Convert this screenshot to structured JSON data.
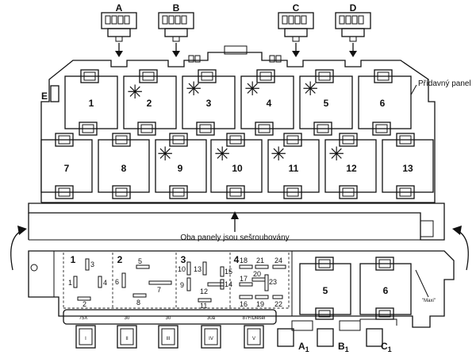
{
  "connectors": {
    "a": "A",
    "b": "B",
    "c": "C",
    "d": "D",
    "e": "E"
  },
  "top_panel": {
    "label": "Přídavný panel",
    "relays_row1": [
      "1",
      "2",
      "3",
      "4",
      "5",
      "6"
    ],
    "relays_row2": [
      "7",
      "8",
      "9",
      "10",
      "11",
      "12",
      "13"
    ]
  },
  "middle_label": "Oba panely jsou sešroubovány",
  "bottom_panel": {
    "groups": [
      "1",
      "2",
      "3",
      "4"
    ],
    "fuses": {
      "g1": [
        "3",
        "1",
        "4",
        "2"
      ],
      "g2": [
        "5",
        "6",
        "7",
        "8"
      ],
      "g3": [
        "10",
        "13",
        "9",
        "12",
        "11"
      ],
      "g4": [
        "18",
        "21",
        "24",
        "15",
        "14",
        "17",
        "20",
        "23",
        "16",
        "19",
        "22"
      ]
    },
    "relays": [
      "5",
      "6"
    ],
    "maxi_label": "\"Maxi\"",
    "strip_labels": [
      "75X",
      "30",
      "30",
      "30a",
      "87F/Diesel"
    ],
    "strip_romans": [
      "I",
      "II",
      "III",
      "IV",
      "V"
    ],
    "bottom_connectors": [
      "A",
      "B",
      "C"
    ],
    "bottom_connector_subscript": "1"
  }
}
